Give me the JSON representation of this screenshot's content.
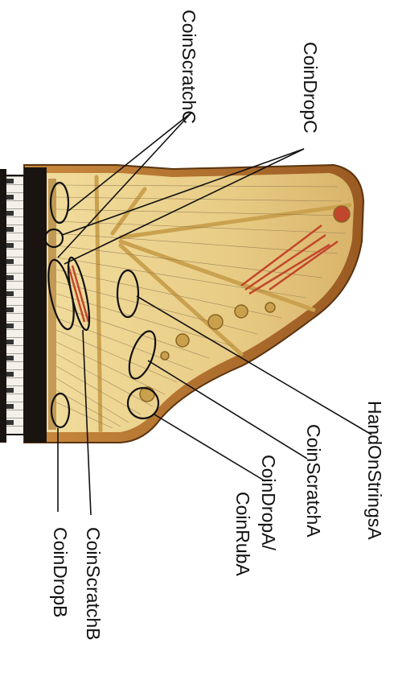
{
  "diagram": {
    "labels": {
      "coin_scratch_c": "CoinScratchC",
      "coin_drop_c": "CoinDropC",
      "hand_on_strings_a": "HandOnStringsA",
      "coin_scratch_a": "CoinScratchA",
      "coin_drop_a": "CoinDropA/",
      "coin_rub_a": "CoinRubA",
      "coin_scratch_b": "CoinScratchB",
      "coin_drop_b": "CoinDropB"
    },
    "colors": {
      "case_dark": "#1a1410",
      "case_wood": "#b8772e",
      "soundboard": "#e8cf8a",
      "frame_gold": "#d9b560",
      "bass_strings": "#c2462c",
      "callout": "#111111"
    }
  }
}
